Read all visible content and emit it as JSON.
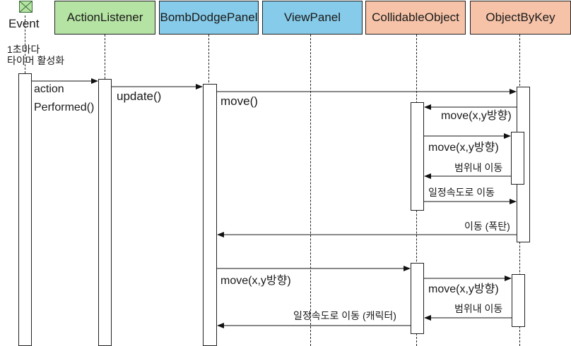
{
  "actor": {
    "label": "Event",
    "icon": "boundary-box-icon",
    "color": "#b5e3a3"
  },
  "note": {
    "line1": "1초마다",
    "line2": "타이머 활성화"
  },
  "participants": [
    {
      "id": "actionlistener",
      "label": "ActionListener",
      "color": "#b5e3a3"
    },
    {
      "id": "bombdodgepanel",
      "label": "BombDodgePanel",
      "color": "#86cbe9"
    },
    {
      "id": "viewpanel",
      "label": "ViewPanel",
      "color": "#86cbe9"
    },
    {
      "id": "collidableobject",
      "label": "CollidableObject",
      "color": "#f6c3a8"
    },
    {
      "id": "objectbykey",
      "label": "ObjectByKey",
      "color": "#f6c3a8"
    }
  ],
  "messages": [
    {
      "from": "Event",
      "to": "ActionListener",
      "label_line1": "action",
      "label_line2": "Performed()"
    },
    {
      "from": "ActionListener",
      "to": "BombDodgePanel",
      "label": "update()"
    },
    {
      "from": "BombDodgePanel",
      "to": "ObjectByKey",
      "label": "move()"
    },
    {
      "from": "ObjectByKey",
      "to": "CollidableObject",
      "label": "move(x,y방향)"
    },
    {
      "from": "CollidableObject",
      "to": "ObjectByKey",
      "label": "move(x,y방향)"
    },
    {
      "from": "ObjectByKey",
      "to": "CollidableObject",
      "label": "범위내 이동"
    },
    {
      "from": "CollidableObject",
      "to": "ObjectByKey",
      "label": "일정속도로 이동"
    },
    {
      "from": "ObjectByKey",
      "to": "BombDodgePanel",
      "label": "이동 (폭탄)"
    },
    {
      "from": "BombDodgePanel",
      "to": "CollidableObject",
      "label": "move(x,y방향)"
    },
    {
      "from": "CollidableObject",
      "to": "ObjectByKey",
      "label": "move(x,y방향)"
    },
    {
      "from": "ObjectByKey",
      "to": "CollidableObject",
      "label": "범위내 이동"
    },
    {
      "from": "CollidableObject",
      "to": "BombDodgePanel",
      "label": "일정속도로 이동 (캐릭터)"
    }
  ]
}
